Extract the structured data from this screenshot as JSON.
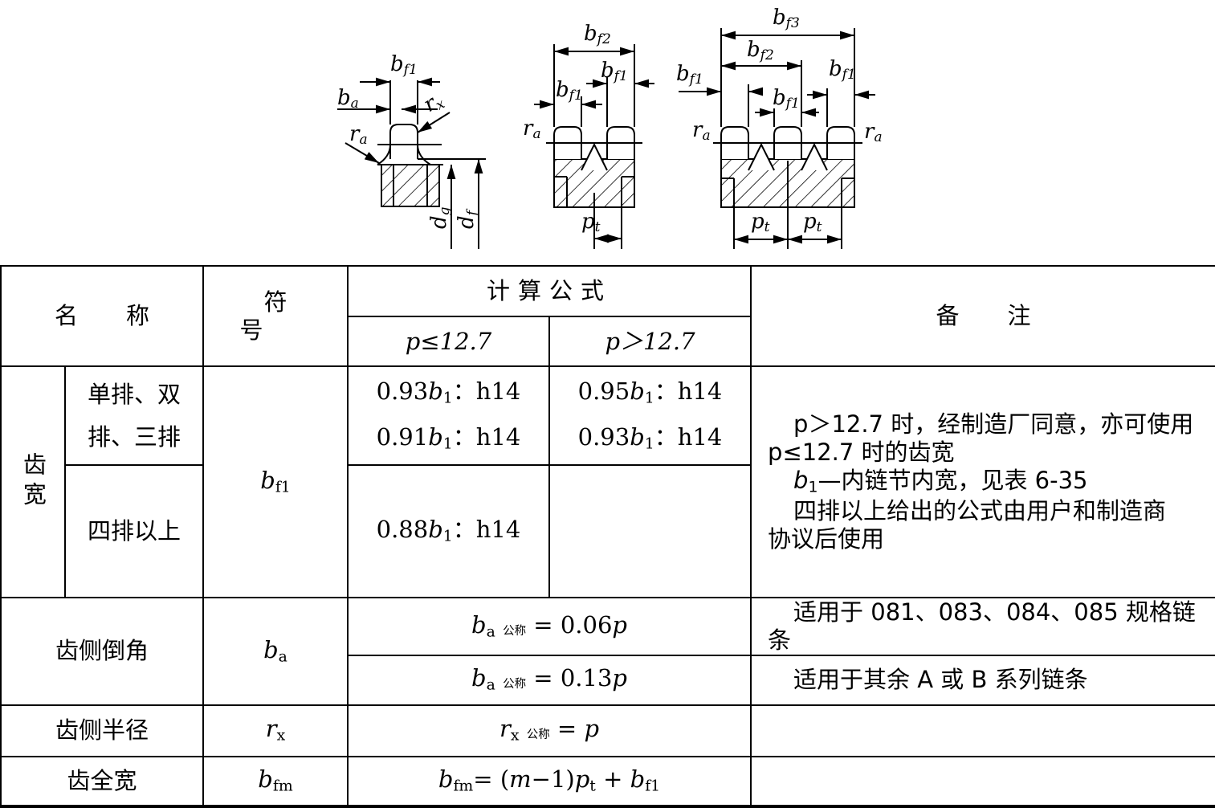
{
  "figure": {
    "labels": {
      "bf1": "b",
      "bf1_sub": "f1",
      "bf2": "b",
      "bf2_sub": "f2",
      "bf3": "b",
      "bf3_sub": "f3",
      "ba": "b",
      "ba_sub": "a",
      "ra": "r",
      "ra_sub": "a",
      "rx": "r",
      "rx_sub": "x",
      "dg": "d",
      "dg_sub": "g",
      "df": "d",
      "df_sub": "f",
      "pt": "p",
      "pt_sub": "t"
    }
  },
  "table": {
    "header": {
      "name": "名称",
      "symbol": "符号",
      "formula": "计算公式",
      "p_le": "p≤12.7",
      "p_gt": "p＞12.7",
      "note": "备注"
    },
    "tooth_width": {
      "group_label": "齿宽",
      "row1_label_line1": "单排、双",
      "row1_label_line2": "排、三排",
      "row2_label": "四排以上",
      "symbol": "b",
      "symbol_sub": "f1",
      "row1_le_a": "0.93",
      "row1_le_b": "：h14",
      "row1_le_c": "0.91",
      "row1_le_d": "：h14",
      "row1_gt_a": "0.95",
      "row1_gt_b": "：h14",
      "row1_gt_c": "0.93",
      "row1_gt_d": "：h14",
      "row2_le_a": "0.88",
      "row2_le_b": "：h14",
      "b1": "b",
      "b1_sub": "1",
      "note1a": "p＞12.7 时，经制造厂同意，亦可使用",
      "note1b": "p≤12.7 时的齿宽",
      "note2_var": "b",
      "note2_sub": "1",
      "note2_rest": "—内链节内宽，见表 6-35",
      "note3a": "四排以上给出的公式由用户和制造商",
      "note3b": "协议后使用"
    },
    "chamfer": {
      "name": "齿侧倒角",
      "symbol": "b",
      "symbol_sub": "a",
      "f1_var": "b",
      "f1_sub": "a",
      "f1_subcn": "公称",
      "f1_rest": " = 0.06",
      "f1_p": "p",
      "f2_var": "b",
      "f2_sub": "a",
      "f2_subcn": "公称",
      "f2_rest": " = 0.13",
      "f2_p": "p",
      "note1": "适用于 081、083、084、085 规格链条",
      "note2": "适用于其余 A 或 B 系列链条"
    },
    "radius": {
      "name": "齿侧半径",
      "symbol": "r",
      "symbol_sub": "x",
      "f_var": "r",
      "f_sub": "x",
      "f_subcn": "公称",
      "f_rest": " = ",
      "f_p": "p"
    },
    "full_width": {
      "name": "齿全宽",
      "symbol": "b",
      "symbol_sub": "fm",
      "f_a": "b",
      "f_a_sub": "fm",
      "f_b": "= (",
      "f_m": "m",
      "f_c": "−1)",
      "f_p": "p",
      "f_p_sub": "t",
      "f_d": " + ",
      "f_e": "b",
      "f_e_sub": "f1"
    }
  }
}
